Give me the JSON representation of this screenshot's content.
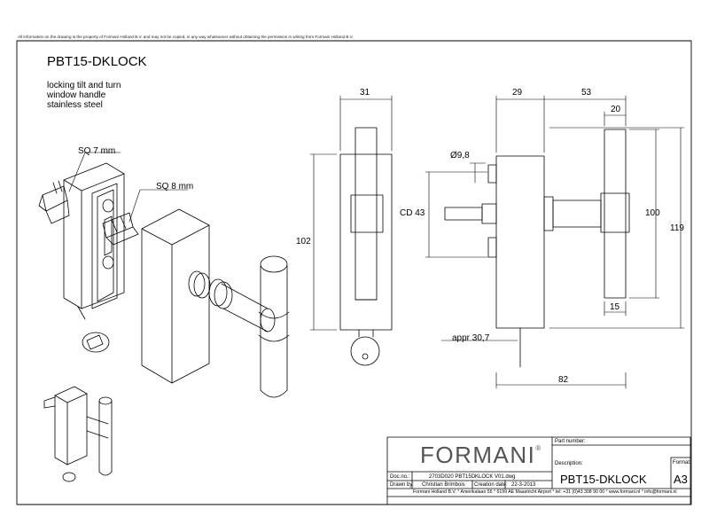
{
  "notice": "All information on the drawing is the property of Formani Holland B.V. and may not be copied, in any way whatsoever without obtaining the permission in writing from Formani Holland B.V.",
  "title": "PBT15-DKLOCK",
  "description": [
    "locking tilt and turn",
    "window handle",
    "stainless steel"
  ],
  "labels": {
    "sq7": "SQ 7 mm",
    "sq8": "SQ 8 mm",
    "d31": "31",
    "d102": "102",
    "d29": "29",
    "d53": "53",
    "d20": "20",
    "d98": "Ø9,8",
    "cd43": "CD 43",
    "d100": "100",
    "d119": "119",
    "d15": "15",
    "appr": "appr 30,7",
    "d82": "82"
  },
  "title_block": {
    "logo": "FORMANI",
    "logo_mark": "®",
    "part_number_label": "Part number:",
    "description_label": "Description:",
    "format_label": "Format:",
    "doc_no_label": "Doc.no.:",
    "doc_no": "2703D020 PBT15DKLOCK V01.dwg",
    "drawn_by_label": "Drawn by:",
    "drawn_by": "Christian Brimbois",
    "creation_date_label": "Creation date:",
    "creation_date": "22-3-2013",
    "description": "PBT15-DKLOCK",
    "format": "A3",
    "address": "Formani Holland B.V. ° Amerikalaan 55 ° 6199 AE Maastricht Airport ° tel: +31 (0)43 308 90 00 ° www.formani.nl ° info@formani.nl"
  }
}
